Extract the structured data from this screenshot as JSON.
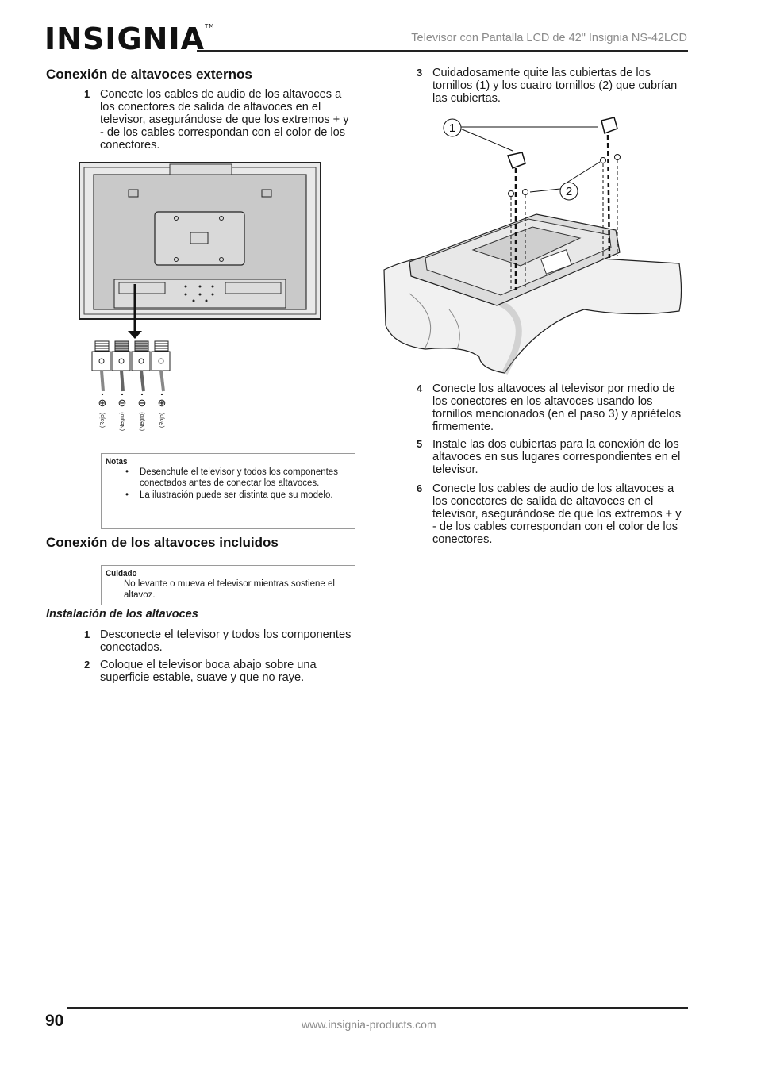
{
  "header": {
    "logo": "INSIGNIA",
    "logo_tm": "TM",
    "title": "Televisor con Pantalla LCD de 42\" Insignia NS-42LCD"
  },
  "left": {
    "heading1": "Conexión de altavoces externos",
    "step1": {
      "num": "1",
      "text": "Conecte los cables de audio de los altavoces a los conectores de salida de altavoces en el televisor, asegurándose de que los extremos + y - de los cables correspondan con el color de los conectores."
    },
    "connector_labels": [
      "(Rojo)",
      "(Negro)",
      "(Negro)",
      "(Rojo)"
    ],
    "notes": {
      "title": "Notas",
      "items": [
        "Desenchufe el televisor y todos los componentes conectados antes de conectar los altavoces.",
        "La ilustración puede ser distinta que su modelo."
      ]
    },
    "heading2": "Conexión de los altavoces incluidos",
    "caution": {
      "title": "Cuidado",
      "text": "No levante o mueva el televisor mientras sostiene el altavoz."
    },
    "subheading": "Instalación de los altavoces",
    "steps": [
      {
        "num": "1",
        "text": "Desconecte el televisor y todos los componentes conectados."
      },
      {
        "num": "2",
        "text": "Coloque el televisor boca abajo sobre una superficie estable, suave y que no raye."
      }
    ]
  },
  "right": {
    "step3": {
      "num": "3",
      "text": "Cuidadosamente quite las cubiertas de los tornillos (1) y los cuatro tornillos (2) que cubrían las cubiertas."
    },
    "callouts": [
      "1",
      "2"
    ],
    "steps": [
      {
        "num": "4",
        "text": "Conecte los altavoces al televisor  por medio de los conectores en los altavoces usando los tornillos mencionados (en el paso 3) y apriételos firmemente."
      },
      {
        "num": "5",
        "text": "Instale las dos cubiertas para la conexión de los altavoces en sus lugares correspondientes en el televisor."
      },
      {
        "num": "6",
        "text": "Conecte los cables de audio de los altavoces a los conectores de salida de altavoces en el televisor, asegurándose de que los extremos + y - de los cables correspondan con el color de los conectores."
      }
    ]
  },
  "footer": {
    "page_number": "90",
    "url": "www.insignia-products.com"
  }
}
